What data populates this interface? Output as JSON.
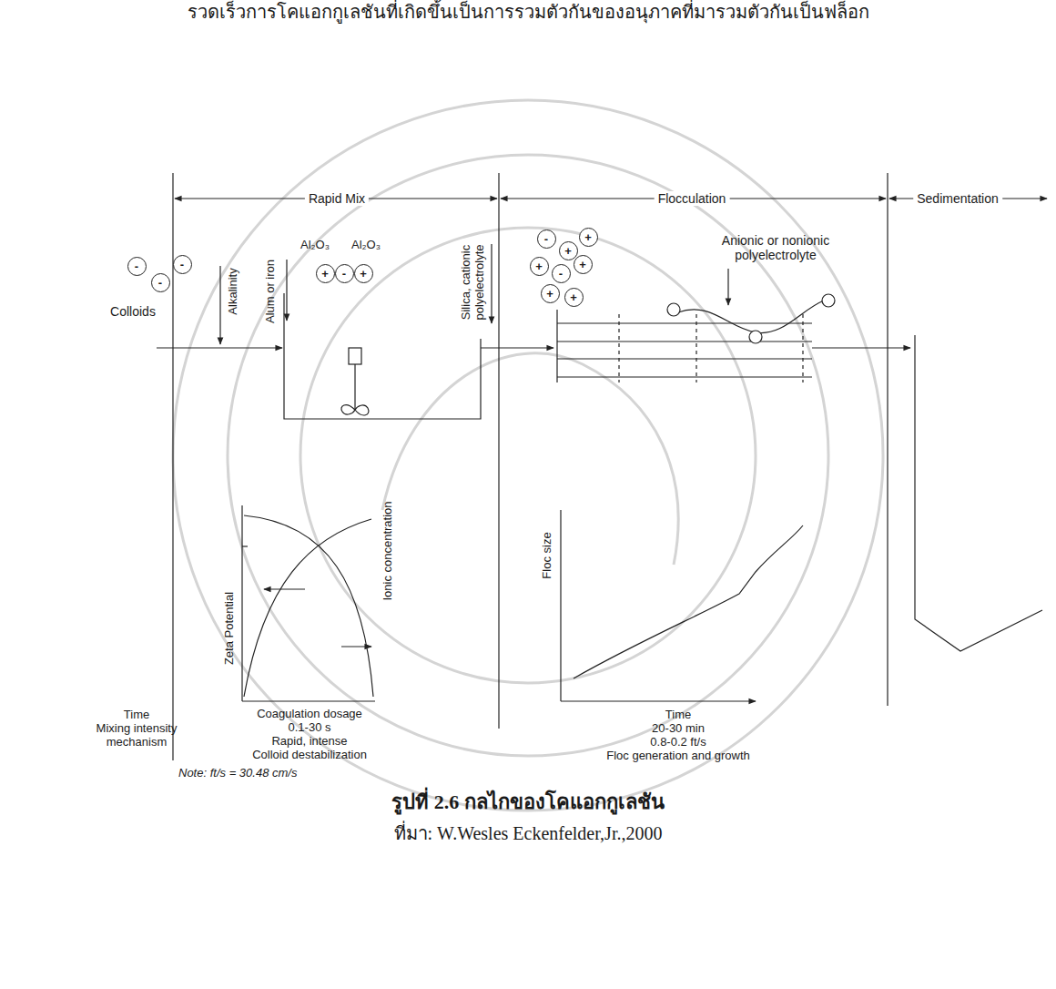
{
  "diagram": {
    "caption": "รูปที่ 2.6 กลไกของโคแอกกูเลชัน",
    "nodes": [
      {
        "text": [
          "-"
        ]
      },
      {
        "text": [
          "-"
        ]
      },
      {
        "text": [
          "-"
        ]
      },
      {
        "text": [
          "+"
        ]
      },
      {
        "text": [
          "-"
        ]
      },
      {
        "text": [
          "+"
        ]
      },
      {
        "text": [
          "-"
        ]
      },
      {
        "text": [
          "+"
        ]
      },
      {
        "text": [
          "+"
        ]
      },
      {
        "text": [
          "+"
        ]
      },
      {
        "text": [
          "-"
        ]
      },
      {
        "text": [
          "+"
        ]
      },
      {
        "text": [
          "+"
        ]
      },
      {
        "text": [
          "+"
        ]
      }
    ],
    "labels": [
      "รวดเร็วการโคแอกกูเลชันที่เกิดขึ้นเป็นการรวมตัวกันของอนุภาคที่มารวมตัวกันเป็นฟล็อก",
      "Rapid Mix",
      "Flocculation",
      "Sedimentation",
      "Colloids",
      "Alkalinity",
      "Alum or iron",
      "Al₂O₃",
      "Al₂O₃",
      "Silica, cationic polyelectrolyte",
      "Anionic or nonionic polyelectrolyte",
      "Zeta Potential",
      "Ionic concentration",
      "Coagulation dosage",
      "0.1-30 s",
      "Rapid, intense",
      "Colloid destabilization",
      "Floc size",
      "Time",
      "20-30 min",
      "0.8-0.2 ft/s",
      "Floc generation and growth",
      "Time",
      "Mixing intensity",
      "mechanism",
      "Note: ft/s = 30.48 cm/s",
      "ที่มา: W.Wesles Eckenfelder,Jr.,2000"
    ]
  }
}
